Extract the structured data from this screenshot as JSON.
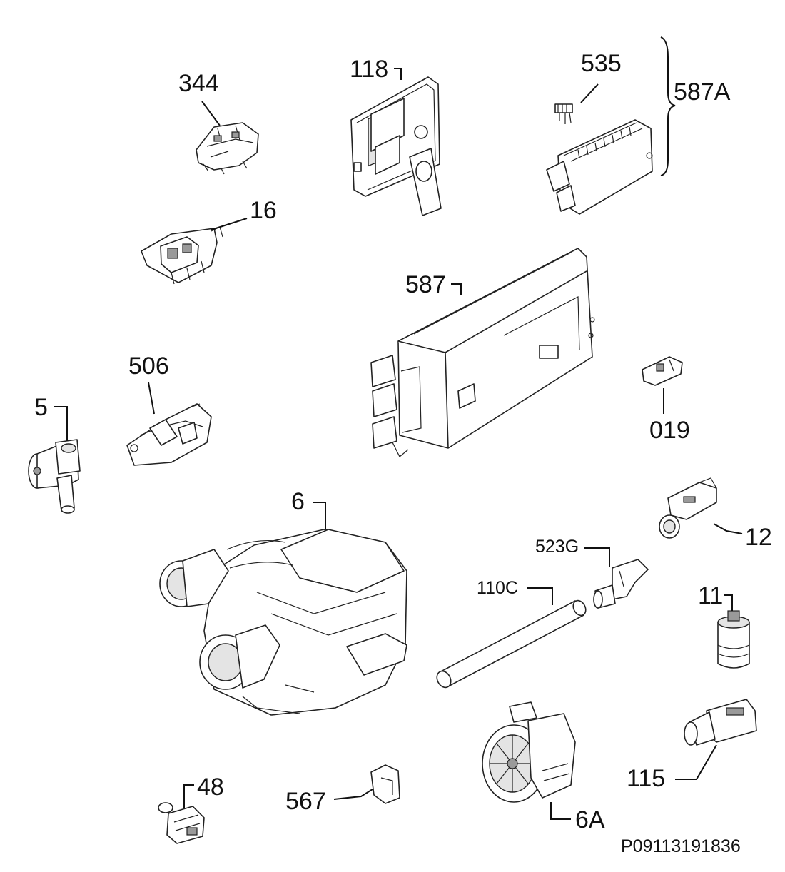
{
  "parts": {
    "p344": "344",
    "p118": "118",
    "p535": "535",
    "p587A": "587A",
    "p16": "16",
    "p587": "587",
    "p506": "506",
    "p019": "019",
    "p5": "5",
    "p6": "6",
    "p12": "12",
    "p523G": "523G",
    "p110C": "110C",
    "p11": "11",
    "p115": "115",
    "p48": "48",
    "p567": "567",
    "p6A": "6A"
  },
  "document_code": "P09113191836"
}
